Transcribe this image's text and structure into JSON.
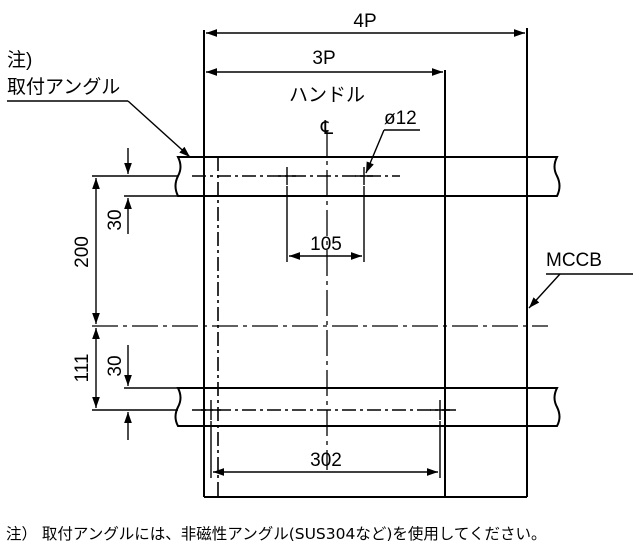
{
  "diagram": {
    "dimensions": {
      "four_pole": "4P",
      "three_pole": "3P",
      "hole_diameter": "ø12",
      "hole_spacing_top": "105",
      "hole_spacing_bottom": "302",
      "vertical_200": "200",
      "vertical_111": "111",
      "angle_offset_top": "30",
      "angle_offset_bottom": "30"
    },
    "labels": {
      "handle": "ハンドル",
      "centerline": "℄",
      "mccb": "MCCB",
      "mounting_angle_note_ref": "注)",
      "mounting_angle": "取付アングル"
    },
    "footnote": "注） 取付アングルには、非磁性アングル(SUS304など)を使用してください。"
  }
}
